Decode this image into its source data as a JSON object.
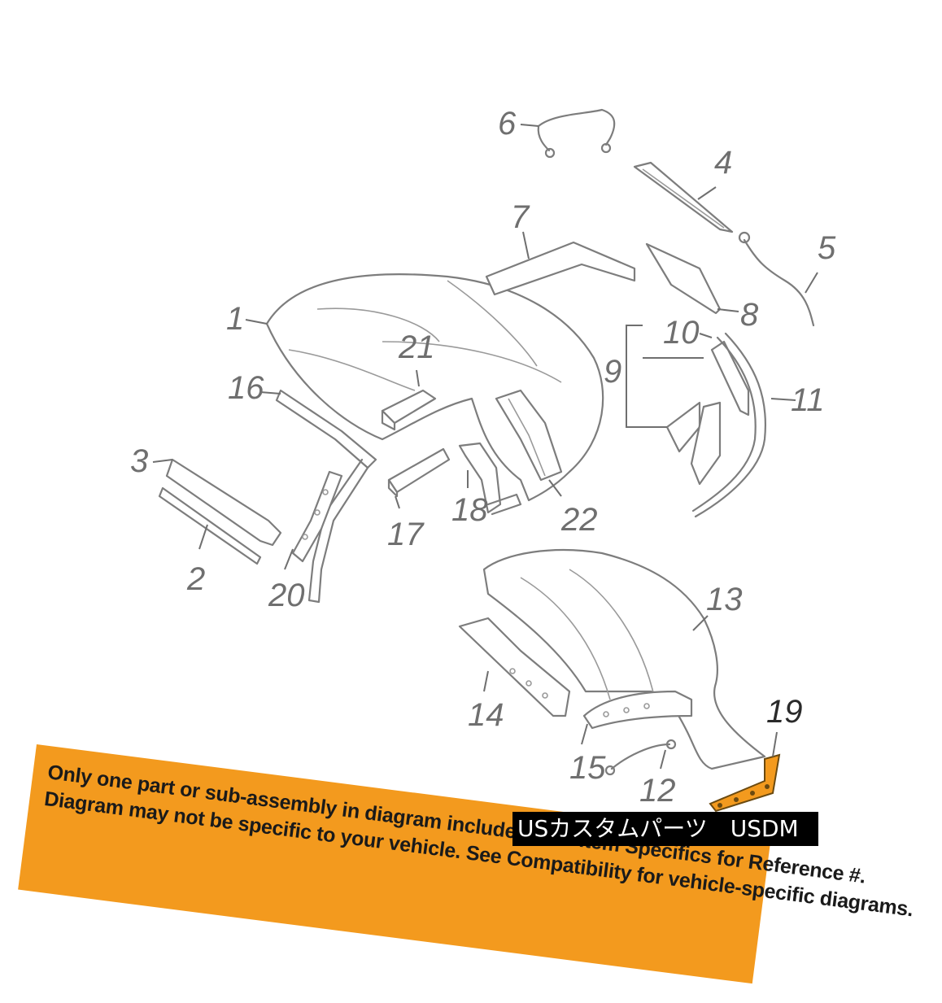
{
  "callouts": [
    {
      "label": "1"
    },
    {
      "label": "2"
    },
    {
      "label": "3"
    },
    {
      "label": "4"
    },
    {
      "label": "5"
    },
    {
      "label": "6"
    },
    {
      "label": "7"
    },
    {
      "label": "8"
    },
    {
      "label": "9"
    },
    {
      "label": "10"
    },
    {
      "label": "11"
    },
    {
      "label": "12"
    },
    {
      "label": "13"
    },
    {
      "label": "14"
    },
    {
      "label": "15"
    },
    {
      "label": "16"
    },
    {
      "label": "17"
    },
    {
      "label": "18"
    },
    {
      "label": "19"
    },
    {
      "label": "20"
    },
    {
      "label": "21"
    },
    {
      "label": "22"
    }
  ],
  "highlight": {
    "part": "19",
    "color": "#f39a1e"
  },
  "disclaimer": {
    "line1": "Only one part or sub-assembly in diagram included. See Item Specifics for Reference #.",
    "line2": "Diagram may not be specific to your vehicle. See Compatibility for vehicle-specific diagrams.",
    "background": "#f39a1e"
  },
  "watermark": {
    "text": "USカスタムパーツ　USDM"
  },
  "colors": {
    "line_art": "#7d7d7d",
    "background": "#ffffff"
  }
}
